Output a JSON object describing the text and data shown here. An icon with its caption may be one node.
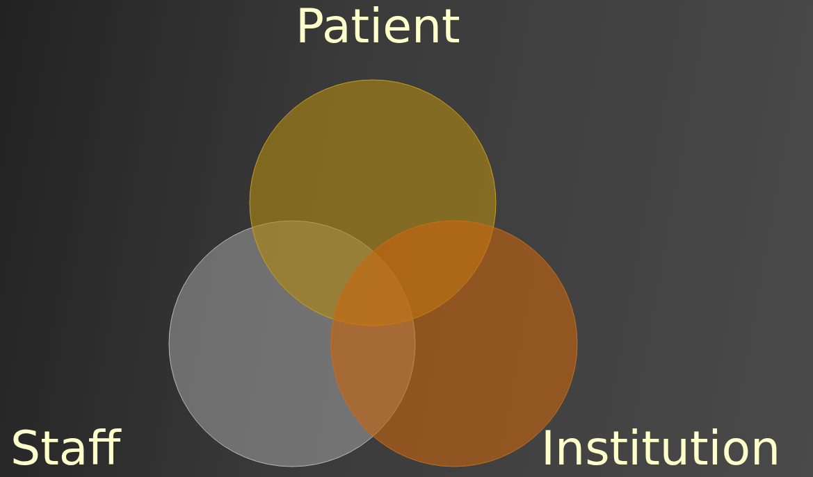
{
  "diagram": {
    "nodes": [
      {
        "text": [
          "Patient"
        ]
      },
      {
        "text": [
          "Staff"
        ]
      },
      {
        "text": [
          "Institution"
        ]
      }
    ]
  }
}
